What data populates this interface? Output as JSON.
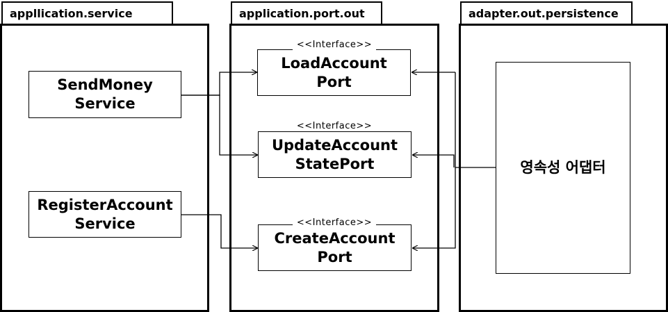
{
  "packages": {
    "service": "appllication.service",
    "port_out": "application.port.out",
    "persistence": "adapter.out.persistence"
  },
  "services": {
    "send_money": [
      "SendMoney",
      "Service"
    ],
    "register_account": [
      "RegisterAccount",
      "Service"
    ]
  },
  "ports": {
    "stereotype": "<<Interface>>",
    "load_account": [
      "LoadAccount",
      "Port"
    ],
    "update_account_state": [
      "UpdateAccount",
      "StatePort"
    ],
    "create_account": [
      "CreateAccount",
      "Port"
    ]
  },
  "adapter": {
    "label": "영속성 어댑터"
  }
}
